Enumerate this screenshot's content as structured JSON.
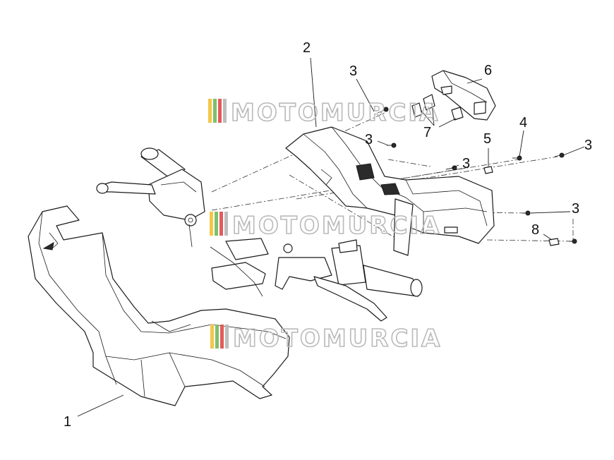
{
  "watermark": {
    "text": "MOTOMURCIA",
    "colors": [
      "#f4c64a",
      "#7fc06a",
      "#e25b5b",
      "#bdbdbd"
    ]
  },
  "callouts": [
    {
      "id": "c1",
      "label": "1",
      "part": "handlebar-front-cover"
    },
    {
      "id": "c2",
      "label": "2",
      "part": "handlebar-rear-cover"
    },
    {
      "id": "c3a",
      "label": "3",
      "part": "screw"
    },
    {
      "id": "c3b",
      "label": "3",
      "part": "screw"
    },
    {
      "id": "c3c",
      "label": "3",
      "part": "screw"
    },
    {
      "id": "c3d",
      "label": "3",
      "part": "screw"
    },
    {
      "id": "c3e",
      "label": "3",
      "part": "screw"
    },
    {
      "id": "c4",
      "label": "4",
      "part": "screw"
    },
    {
      "id": "c5",
      "label": "5",
      "part": "clip-nut"
    },
    {
      "id": "c6",
      "label": "6",
      "part": "instrument-cover"
    },
    {
      "id": "c7",
      "label": "7",
      "part": "bushing"
    },
    {
      "id": "c8",
      "label": "8",
      "part": "clip"
    }
  ]
}
